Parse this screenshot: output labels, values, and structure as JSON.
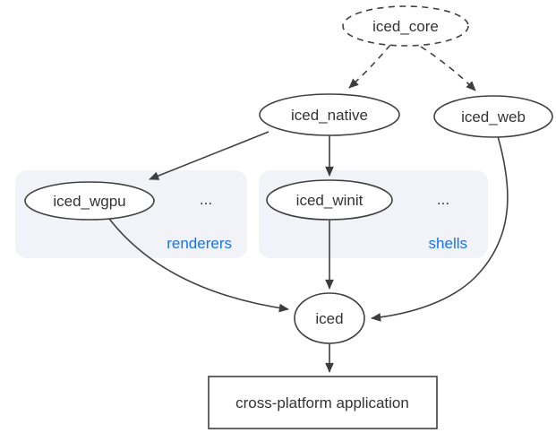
{
  "colors": {
    "accent_blue": "#1a73e8",
    "line_dark": "#404040",
    "group_box_fill": "#f1f3f8",
    "node_fill": "#ffffff",
    "canvas_background": "#ffffff"
  },
  "nodes": {
    "iced_core": "iced_core",
    "iced_native": "iced_native",
    "iced_web": "iced_web",
    "iced_wgpu": "iced_wgpu",
    "iced_winit": "iced_winit",
    "iced": "iced",
    "application": "cross-platform application"
  },
  "groups": {
    "renderers": {
      "label": "renderers",
      "ellipsis": "..."
    },
    "shells": {
      "label": "shells",
      "ellipsis": "..."
    }
  },
  "edges": [
    {
      "from": "iced_core",
      "to": "iced_native",
      "style": "dashed"
    },
    {
      "from": "iced_core",
      "to": "iced_web",
      "style": "dashed"
    },
    {
      "from": "iced_native",
      "to": "iced_wgpu",
      "style": "solid"
    },
    {
      "from": "iced_native",
      "to": "iced_winit",
      "style": "solid"
    },
    {
      "from": "iced_wgpu",
      "to": "iced",
      "style": "solid"
    },
    {
      "from": "iced_winit",
      "to": "iced",
      "style": "solid"
    },
    {
      "from": "iced_web",
      "to": "iced",
      "style": "solid"
    },
    {
      "from": "iced",
      "to": "application",
      "style": "solid"
    }
  ]
}
